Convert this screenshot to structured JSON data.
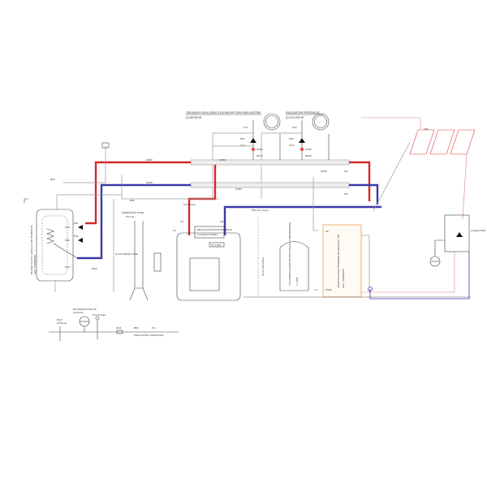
{
  "title": "Heating system schematic",
  "circuits": {
    "upper_floor": {
      "label": "GRIJANJE KATA (VENTILOKONVEKTORI+RADIJATORI)",
      "load": "Q=60784 W",
      "pump": "PH1",
      "valve": "GV1",
      "sensor": "FV1",
      "pipe": "DN40",
      "return": "NO50"
    },
    "ground_floor": {
      "label": "RADIJATORI PRIZEMLJE",
      "load": "Q=114 000 W",
      "pump": "PH2",
      "valve": "GV2",
      "sensor": "FV2",
      "pipe": "DN40",
      "return": "NO50"
    }
  },
  "pipes": {
    "supply": "NO50",
    "return": "NO40",
    "dn25": "Ø25",
    "dn15": "Ø15",
    "size1": "5/4\"",
    "size2": "5/4\""
  },
  "left_tank": {
    "label": "BOJLER ZA PTV LOGALUX SM 750/5000 W",
    "sub": "tank. 7735500295",
    "pumps": [
      "PS1",
      "PS2"
    ],
    "sensors": [
      "FW1",
      "FSK"
    ],
    "temp": "30°C",
    "pipe": "R3/4\""
  },
  "water_softener": {
    "label": "OMEKŠIVAČ VODE",
    "sub": "OV-1 B",
    "inlet": "ULAZ TVRDE VODE"
  },
  "boiler": {
    "label": "REGULACIJA RC35 BUDERUS",
    "sub": "s modulom FM443",
    "unit": "UT 3 601",
    "pressure": "M 0-6 bara",
    "valves": [
      "VS",
      "VR"
    ],
    "fk": "FK"
  },
  "expansion_vessel": {
    "label": "ZATVORENA EKSPANZIJSKA POSUDA S MEMBRANOM",
    "volume": "V= 200l"
  },
  "buffer_tank": {
    "label": "AKUMULACIJSKI SPREMNIK BUDERUS PL 750",
    "sub": "tank. 7735500297",
    "sensor_top": "FP",
    "sensor_bottom": "FSS2"
  },
  "safety": {
    "label": "PSV pre 3 bara",
    "drain": "IZLAZ SKLOPKA"
  },
  "solar": {
    "label": "FSK",
    "station": "Logasol KS01"
  },
  "bottom": {
    "vessel": "ES POSUDA 18 & 18",
    "vessel_sub": "pričvrsna",
    "pressure": "M 0-10 bara",
    "valve": "R1/2\"",
    "valve_sub": "pričvrsna",
    "filter": "R3/4",
    "dn": "Ø54",
    "pc": "P.C.",
    "connection": "PRIKLJUČAK VODOVODA"
  },
  "colors": {
    "supply": "#d42a2a",
    "return": "#3a3aa8",
    "buffer": "#f0b070",
    "solar": "#e08080"
  }
}
